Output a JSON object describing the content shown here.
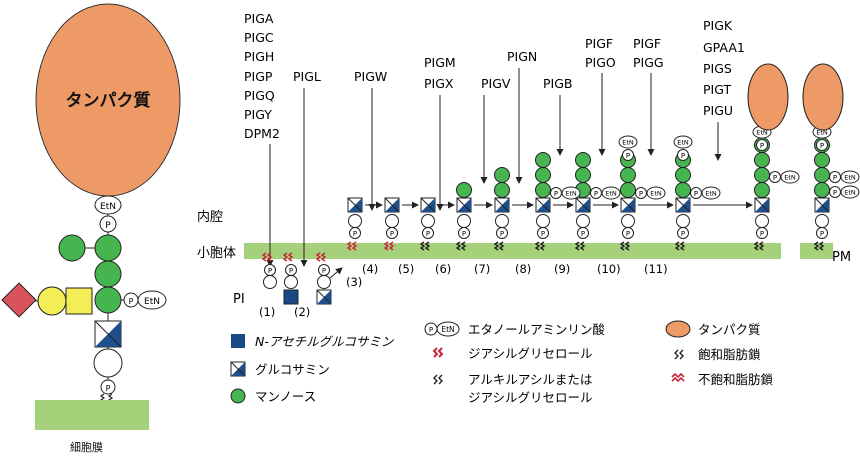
{
  "left_structure": {
    "protein_label": "タンパク質",
    "etn_label": "EtN",
    "p_label": "P",
    "membrane_label": "細胞膜",
    "colors": {
      "protein": "#ee9a67",
      "mannose": "#46b550",
      "galactose_yellow": "#f3ee55",
      "diamond": "#d9535c",
      "membrane": "#a4d17a",
      "glcn": "#1f4e8c",
      "glcnac": "#1a4a86",
      "acyl_red": "#c8243b"
    }
  },
  "pathway": {
    "compartment_lumen": "内腔",
    "compartment_er": "小胞体",
    "pm_label": "PM",
    "pi_label": "PI",
    "steps": [
      {
        "num": "(1)",
        "genes": [
          "PIGA",
          "PIGC",
          "PIGH",
          "PIGP",
          "PIGQ",
          "PIGY",
          "DPM2"
        ]
      },
      {
        "num": "(2)",
        "genes": [
          "PIGL"
        ]
      },
      {
        "num": "(3)",
        "genes": []
      },
      {
        "num": "(4)",
        "genes": [
          "PIGW"
        ]
      },
      {
        "num": "(5)",
        "genes": []
      },
      {
        "num": "(6)",
        "genes": [
          "PIGM",
          "PIGX"
        ]
      },
      {
        "num": "(7)",
        "genes": [
          "PIGV"
        ]
      },
      {
        "num": "(8)",
        "genes": [
          "PIGN"
        ]
      },
      {
        "num": "(9)",
        "genes": [
          "PIGB"
        ]
      },
      {
        "num": "(10)",
        "genes": [
          "PIGF",
          "PIGO"
        ]
      },
      {
        "num": "(11)",
        "genes": [
          "PIGF",
          "PIGG"
        ]
      },
      {
        "num": "",
        "genes": [
          "PIGK",
          "GPAA1",
          "PIGS",
          "PIGT",
          "PIGU"
        ]
      }
    ]
  },
  "legend": {
    "glcnac": "N-アセチルグルコサミン",
    "glcn": "グルコサミン",
    "mannose": "マンノース",
    "etn_p": "エタノールアミンリン酸",
    "diacylglycerol": "ジアシルグリセロール",
    "alkylacyl_line1": "アルキルアシルまたは",
    "alkylacyl_line2": "ジアシルグリセロール",
    "protein": "タンパク質",
    "saturated": "飽和脂肪鎖",
    "unsaturated": "不飽和脂肪鎖"
  }
}
